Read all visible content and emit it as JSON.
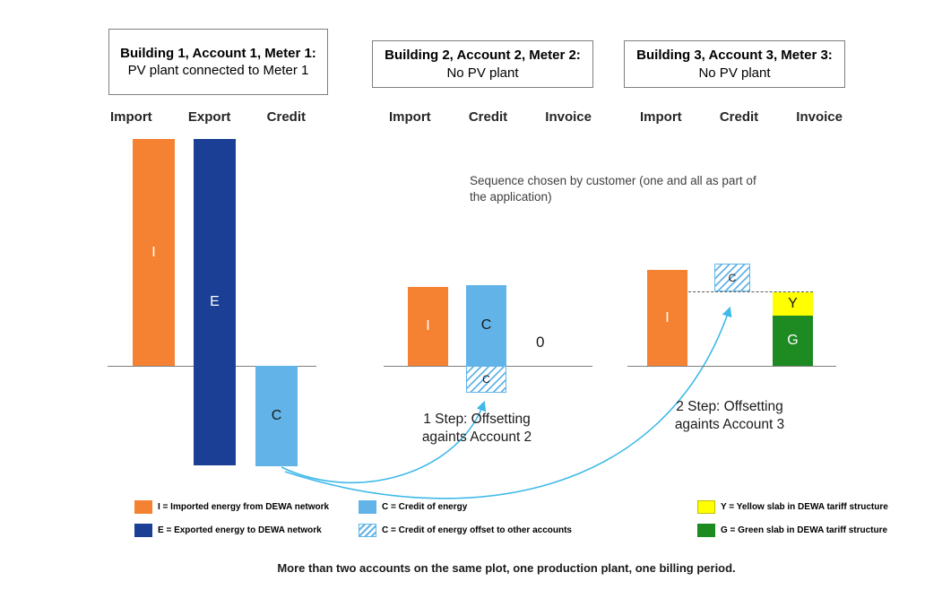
{
  "colors": {
    "orange": "#F58233",
    "dark_blue": "#1B3F94",
    "light_blue": "#62B4E8",
    "arrow_blue": "#3FB9E9",
    "yellow": "#FFFF00",
    "green": "#1E8A22",
    "line_gray": "#7F7F7F"
  },
  "titles": [
    {
      "bold": "Building 1, Account 1, Meter 1:",
      "rest": " PV plant connected to Meter 1"
    },
    {
      "bold": "Building 2, Account 2, Meter 2:",
      "rest": " No PV plant"
    },
    {
      "bold": "Building 3, Account 3, Meter 3:",
      "rest": " No PV plant"
    }
  ],
  "headers": {
    "chart1": [
      "Import",
      "Export",
      "Credit"
    ],
    "chart2": [
      "Import",
      "Credit",
      "Invoice"
    ],
    "chart3": [
      "Import",
      "Credit",
      "Invoice"
    ]
  },
  "bars": {
    "b1_import": "I",
    "b1_export": "E",
    "b1_credit": "C",
    "b2_import": "I",
    "b2_credit": "C",
    "b2_offset": "C",
    "b2_invoice": "0",
    "b3_import": "I",
    "b3_offset": "C",
    "b3_yellow": "Y",
    "b3_green": "G"
  },
  "annotations": {
    "sequence": "Sequence chosen by customer (one and all as part of the application)",
    "step1": "1 Step: Offsetting againts Account 2",
    "step2": "2 Step: Offsetting againts Account 3"
  },
  "legend": [
    {
      "swatch": "orange",
      "label": "I = Imported energy from DEWA network"
    },
    {
      "swatch": "navy",
      "label": "E = Exported energy to DEWA network"
    },
    {
      "swatch": "sky",
      "label": "C = Credit of energy"
    },
    {
      "swatch": "hatched",
      "label": "C = Credit of energy offset to other accounts"
    },
    {
      "swatch": "yellow",
      "label": "Y = Yellow slab in DEWA tariff structure"
    },
    {
      "swatch": "green",
      "label": "G = Green slab in DEWA tariff structure"
    }
  ],
  "caption": "More than two accounts on the same plot, one production plant, one billing period."
}
